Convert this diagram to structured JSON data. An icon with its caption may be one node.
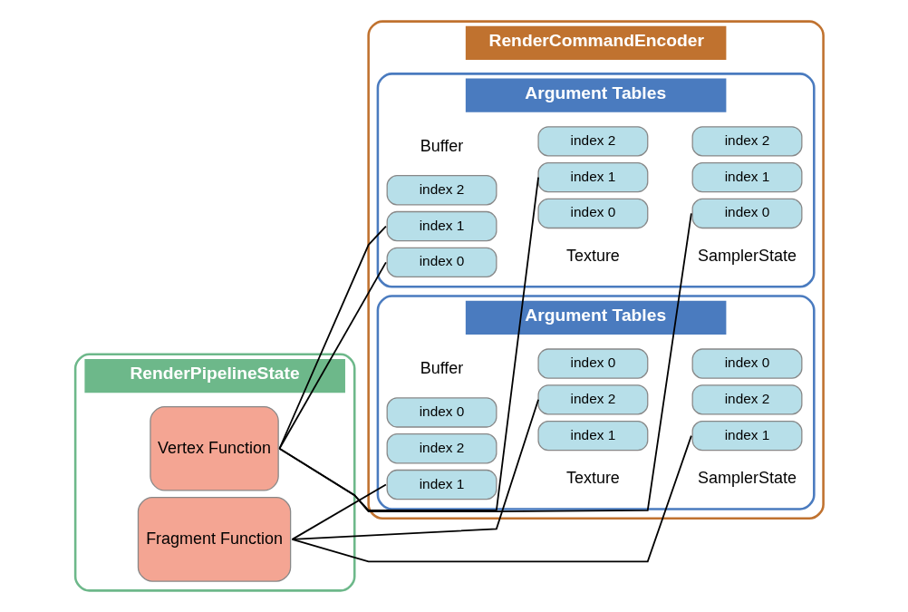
{
  "diagram": {
    "nodes": [
      {
        "text": [
          "RenderPipelineState"
        ]
      },
      {
        "text": [
          "Vertex Function"
        ],
        "in": 0
      },
      {
        "text": [
          "Fragment Function"
        ],
        "in": 0
      },
      {
        "text": [
          "RenderCommandEncoder"
        ]
      },
      {
        "text": [
          "Argument Tables"
        ],
        "in": 3
      },
      {
        "text": [
          "index 0"
        ],
        "in": 4
      },
      {
        "text": [
          "index 1"
        ],
        "in": 4
      },
      {
        "text": [
          "index 2"
        ],
        "in": 4
      },
      {
        "text": [
          "index 0"
        ],
        "in": 4
      },
      {
        "text": [
          "index 1"
        ],
        "in": 4
      },
      {
        "text": [
          "index 2"
        ],
        "in": 4
      },
      {
        "text": [
          "index 0"
        ],
        "in": 4
      },
      {
        "text": [
          "index 1"
        ],
        "in": 4
      },
      {
        "text": [
          "index 2"
        ],
        "in": 4
      },
      {
        "text": [
          "Argument Tables"
        ],
        "in": 3
      },
      {
        "text": [
          "index 0"
        ],
        "in": 14
      },
      {
        "text": [
          "index 1"
        ],
        "in": 14
      },
      {
        "text": [
          "index 2"
        ],
        "in": 14
      },
      {
        "text": [
          "index 0"
        ],
        "in": 14
      },
      {
        "text": [
          "index 1"
        ],
        "in": 14
      },
      {
        "text": [
          "index 2"
        ],
        "in": 14
      },
      {
        "text": [
          "index 0"
        ],
        "in": 14
      },
      {
        "text": [
          "index 1"
        ],
        "in": 14
      },
      {
        "text": [
          "index 2"
        ],
        "in": 14
      }
    ],
    "edges": [
      {
        "from": 1,
        "to": 5,
        "arrow": "none"
      },
      {
        "from": 1,
        "to": 6,
        "arrow": "none"
      },
      {
        "from": 1,
        "to": 9,
        "arrow": "none"
      },
      {
        "from": 1,
        "to": 11,
        "arrow": "none"
      },
      {
        "from": 2,
        "to": 16,
        "arrow": "none"
      },
      {
        "from": 2,
        "to": 20,
        "arrow": "none"
      },
      {
        "from": 2,
        "to": 22,
        "arrow": "none"
      }
    ],
    "labels": [
      "Buffer",
      "Texture",
      "SamplerState",
      "Buffer",
      "Texture",
      "SamplerState"
    ]
  }
}
